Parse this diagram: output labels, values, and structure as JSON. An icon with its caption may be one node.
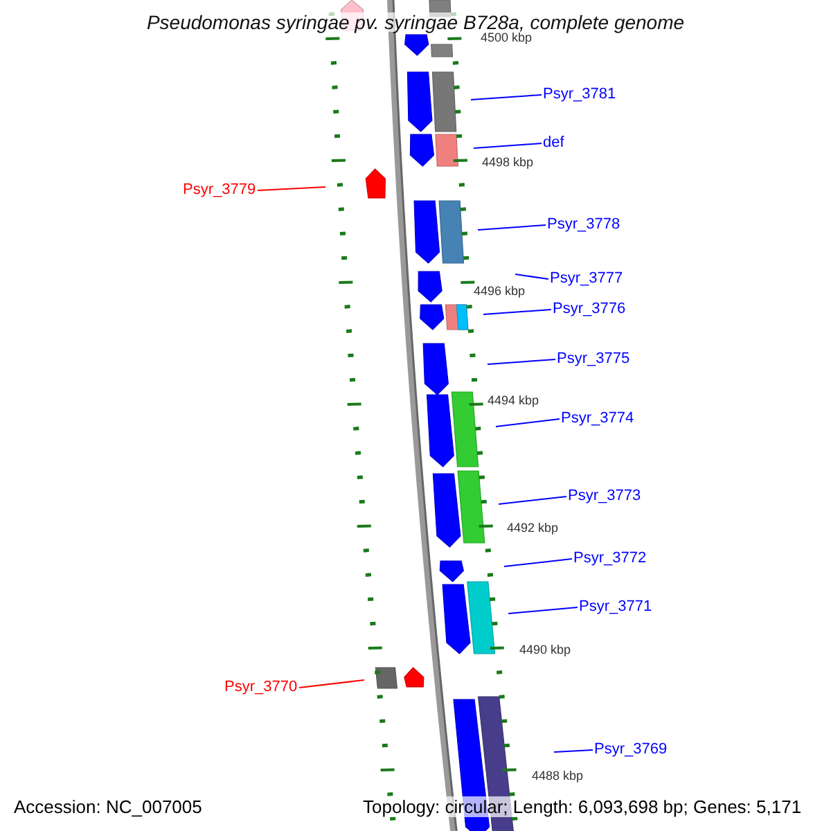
{
  "diagram": {
    "title": "Pseudomonas syringae pv. syringae B728a, complete genome",
    "nodes": [
      {
        "text": [
          "Psyr_3781"
        ]
      },
      {
        "text": [
          "def"
        ]
      },
      {
        "text": [
          "Psyr_3779"
        ]
      },
      {
        "text": [
          "Psyr_3778"
        ]
      },
      {
        "text": [
          "Psyr_3777"
        ]
      },
      {
        "text": [
          "Psyr_3776"
        ]
      },
      {
        "text": [
          "Psyr_3775"
        ]
      },
      {
        "text": [
          "Psyr_3774"
        ]
      },
      {
        "text": [
          "Psyr_3773"
        ]
      },
      {
        "text": [
          "Psyr_3772"
        ]
      },
      {
        "text": [
          "Psyr_3771"
        ]
      },
      {
        "text": [
          "Psyr_3770"
        ]
      },
      {
        "text": [
          "Psyr_3769"
        ]
      }
    ],
    "edges": [
      {
        "from": 0,
        "to": null,
        "arrow": "none"
      },
      {
        "from": 1,
        "to": null,
        "arrow": "none"
      },
      {
        "from": 2,
        "to": null,
        "arrow": "none",
        "color": "#ff0000"
      },
      {
        "from": 3,
        "to": null,
        "arrow": "none"
      },
      {
        "from": 4,
        "to": null,
        "arrow": "none"
      },
      {
        "from": 5,
        "to": null,
        "arrow": "none"
      },
      {
        "from": 6,
        "to": null,
        "arrow": "none"
      },
      {
        "from": 7,
        "to": null,
        "arrow": "none"
      },
      {
        "from": 8,
        "to": null,
        "arrow": "none"
      },
      {
        "from": 9,
        "to": null,
        "arrow": "none"
      },
      {
        "from": 10,
        "to": null,
        "arrow": "none"
      },
      {
        "from": 11,
        "to": null,
        "arrow": "none",
        "color": "#ff0000"
      },
      {
        "from": 12,
        "to": null,
        "arrow": "none"
      }
    ],
    "labels": [
      "4500 kbp",
      "4498 kbp",
      "4496 kbp",
      "4494 kbp",
      "4492 kbp",
      "4490 kbp",
      "4488 kbp",
      "Accession: NC_007005",
      "Topology: circular; Length: 6,093,698 bp; Genes: 5,171"
    ]
  }
}
